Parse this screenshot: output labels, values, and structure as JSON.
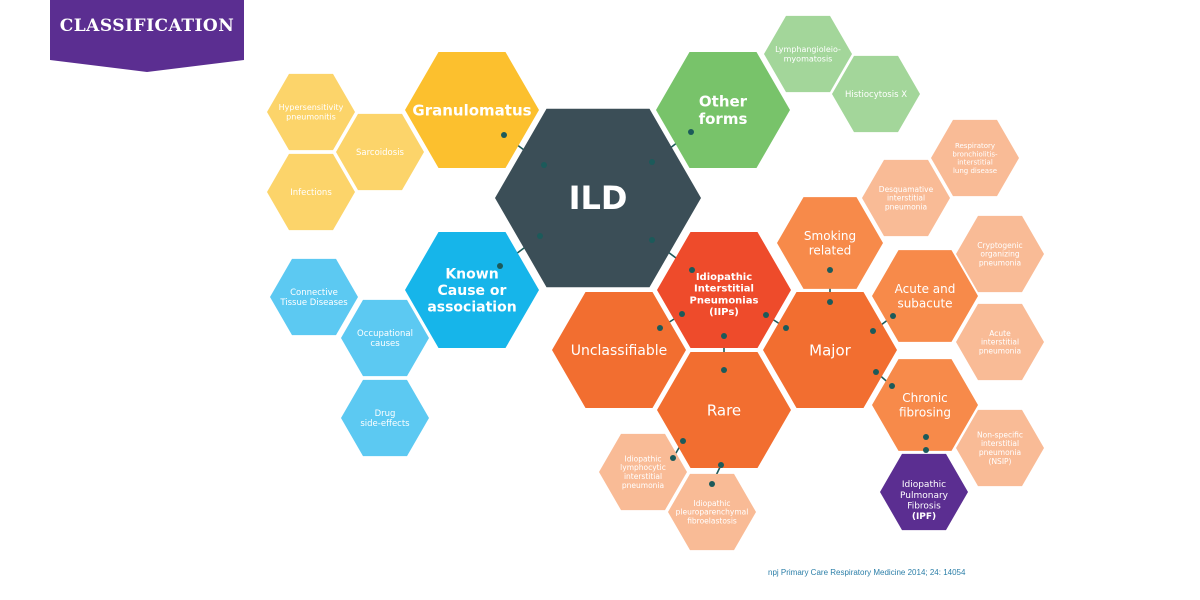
{
  "banner": {
    "label": "CLASSIFICATION",
    "color": "#5b2e91"
  },
  "citation": "npj Primary Care Respiratory Medicine 2014; 24: 14054",
  "colors": {
    "ild": "#3b4e57",
    "granulomatous": "#fcc02e",
    "granulomatous_light": "#fcd46a",
    "other": "#78c36a",
    "other_light": "#a3d69a",
    "known": "#16b5ea",
    "known_light": "#5cc9f2",
    "iip": "#ee4b2b",
    "orange": "#f26e30",
    "orange_mid": "#f78a4a",
    "peach": "#f9bb96",
    "ipf": "#5b2e91",
    "connector": "#1c5a5a"
  },
  "nodes": [
    {
      "id": "ild",
      "label": [
        "ILD"
      ]
    },
    {
      "id": "granulomatus",
      "label": [
        "Granulomatus"
      ]
    },
    {
      "id": "hypersensitivity",
      "label": [
        "Hypersensitivity",
        "pneumonitis"
      ]
    },
    {
      "id": "sarcoidosis",
      "label": [
        "Sarcoidosis"
      ]
    },
    {
      "id": "infections",
      "label": [
        "Infections"
      ]
    },
    {
      "id": "other-forms",
      "label": [
        "Other",
        "forms"
      ]
    },
    {
      "id": "lymphangioleio",
      "label": [
        "Lymphangioleio-",
        "myomatosis"
      ]
    },
    {
      "id": "histiocytosis",
      "label": [
        "Histiocytosis X"
      ]
    },
    {
      "id": "known-cause",
      "label": [
        "Known",
        "Cause or",
        "association"
      ]
    },
    {
      "id": "connective",
      "label": [
        "Connective",
        "Tissue Diseases"
      ]
    },
    {
      "id": "occupational",
      "label": [
        "Occupational",
        "causes"
      ]
    },
    {
      "id": "drug",
      "label": [
        "Drug",
        "side-effects"
      ]
    },
    {
      "id": "iips",
      "label": [
        "Idiopathic",
        "Interstitial",
        "Pneumonias",
        "(IIPs)"
      ]
    },
    {
      "id": "unclassifiable",
      "label": [
        "Unclassifiable"
      ]
    },
    {
      "id": "major",
      "label": [
        "Major"
      ]
    },
    {
      "id": "rare",
      "label": [
        "Rare"
      ]
    },
    {
      "id": "smoking",
      "label": [
        "Smoking",
        "related"
      ]
    },
    {
      "id": "acute-subacute",
      "label": [
        "Acute and",
        "subacute"
      ]
    },
    {
      "id": "chronic-fibrosing",
      "label": [
        "Chronic",
        "fibrosing"
      ]
    },
    {
      "id": "ipf",
      "label": [
        "Idiopathic",
        "Pulmonary",
        "Fibrosis",
        "(IPF)"
      ]
    },
    {
      "id": "respiratory-bronch",
      "label": [
        "Respiratory",
        "bronchiolitis-",
        "interstitial",
        "lung disease"
      ]
    },
    {
      "id": "desquamative",
      "label": [
        "Desquamative",
        "interstitial",
        "pneumonia"
      ]
    },
    {
      "id": "cryptogenic",
      "label": [
        "Cryptogenic",
        "organizing",
        "pneumonia"
      ]
    },
    {
      "id": "acute-interstitial",
      "label": [
        "Acute",
        "interstitial",
        "pneumonia"
      ]
    },
    {
      "id": "nsip",
      "label": [
        "Non-specific",
        "interstitial",
        "pneumonia",
        "(NSIP)"
      ]
    },
    {
      "id": "lymphocytic",
      "label": [
        "Idiopathic",
        "lymphocytic",
        "interstitial",
        "pneumonia"
      ]
    },
    {
      "id": "pleuroparenchymal",
      "label": [
        "Idiopathic",
        "pleuroparenchymal",
        "fibroelastosis"
      ]
    }
  ]
}
